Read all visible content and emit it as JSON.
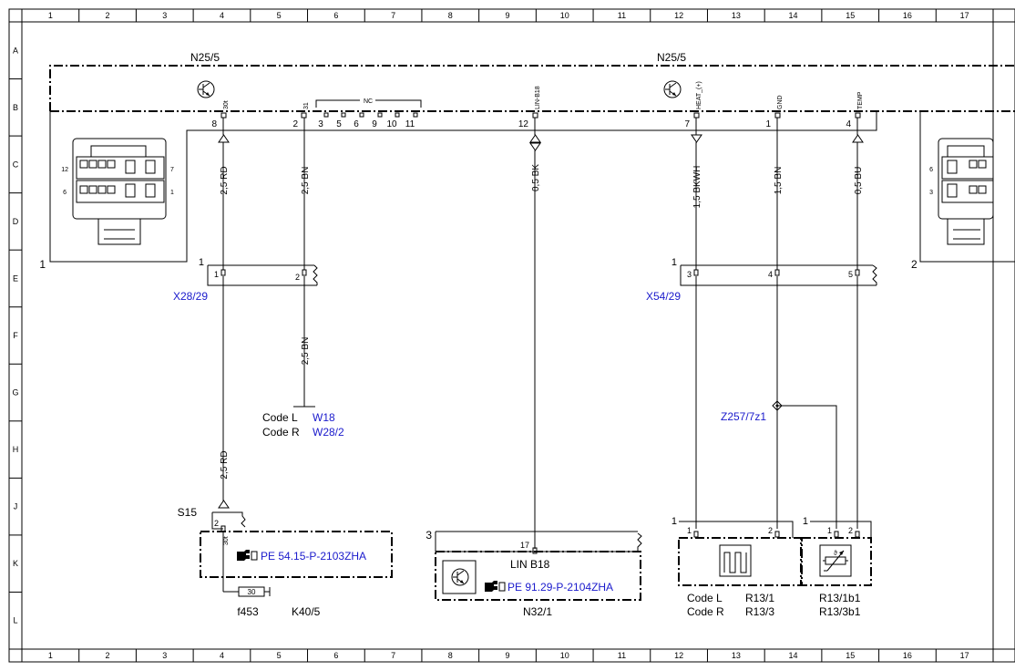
{
  "grid": {
    "columns": [
      "1",
      "2",
      "3",
      "4",
      "5",
      "6",
      "7",
      "8",
      "9",
      "10",
      "11",
      "12",
      "13",
      "14",
      "15",
      "16",
      "17"
    ],
    "rows": [
      "A",
      "B",
      "C",
      "D",
      "E",
      "F",
      "G",
      "H",
      "J",
      "K",
      "L"
    ]
  },
  "modules": {
    "left_title": "N25/5",
    "right_title": "N25/5",
    "left_number": "1",
    "right_number": "2"
  },
  "pins_top": [
    {
      "num": "8",
      "name": "30t"
    },
    {
      "num": "2",
      "name": "31"
    },
    {
      "num": "12",
      "name": "LIN-B18"
    },
    {
      "num": "7",
      "name": "HEAT_(+)"
    },
    {
      "num": "1",
      "name": "GND"
    },
    {
      "num": "4",
      "name": "TEMP"
    }
  ],
  "nc": {
    "label": "NC",
    "pins": [
      "3",
      "5",
      "6",
      "9",
      "10",
      "11"
    ]
  },
  "connector_pin_labels": {
    "left": [
      "12",
      "6",
      "7",
      "1"
    ],
    "right": [
      "6",
      "3"
    ]
  },
  "wires": {
    "w_30t": "2,5 RD",
    "w_31": "2,5 BN",
    "w_lin": "0,5 BK",
    "w_heat": "1,5 BKWH",
    "w_gnd": "1,5 BN",
    "w_temp": "0,5 BU",
    "w_31_lower": "2,5 BN",
    "w_30t_lower": "2,5 RD"
  },
  "connectors": {
    "x2829": {
      "name": "X28/29",
      "block": "1",
      "pins": [
        "1",
        "2"
      ]
    },
    "x5429": {
      "name": "X54/29",
      "block": "1",
      "pins": [
        "3",
        "4",
        "5"
      ]
    }
  },
  "ground": {
    "code_l": "Code L",
    "code_r": "Code R",
    "ref_l": "W18",
    "ref_r": "W28/2"
  },
  "splice": {
    "name": "Z257/7z1"
  },
  "k40": {
    "s15": "S15",
    "pin": "2",
    "pin_name": "30t",
    "ref": "PE 54.15-P-2103ZHA",
    "fuse_value": "30",
    "fuse_name": "f453",
    "name": "K40/5"
  },
  "n32": {
    "block": "3",
    "pin": "17",
    "pin_name": "LIN B18",
    "ref": "PE 91.29-P-2104ZHA",
    "name": "N32/1"
  },
  "r13": {
    "heater_block": "1",
    "sensor_block": "1",
    "heater_pins": [
      "1",
      "2"
    ],
    "sensor_pins": [
      "1",
      "2"
    ],
    "code_l": "Code L",
    "code_r": "Code R",
    "heater_l": "R13/1",
    "heater_r": "R13/3",
    "sensor_l": "R13/1b1",
    "sensor_r": "R13/3b1"
  },
  "icons": [
    "transistor-icon",
    "ground-symbol",
    "heater-element-icon",
    "temperature-sensor-icon",
    "document-reference-icon",
    "fuse-icon"
  ]
}
